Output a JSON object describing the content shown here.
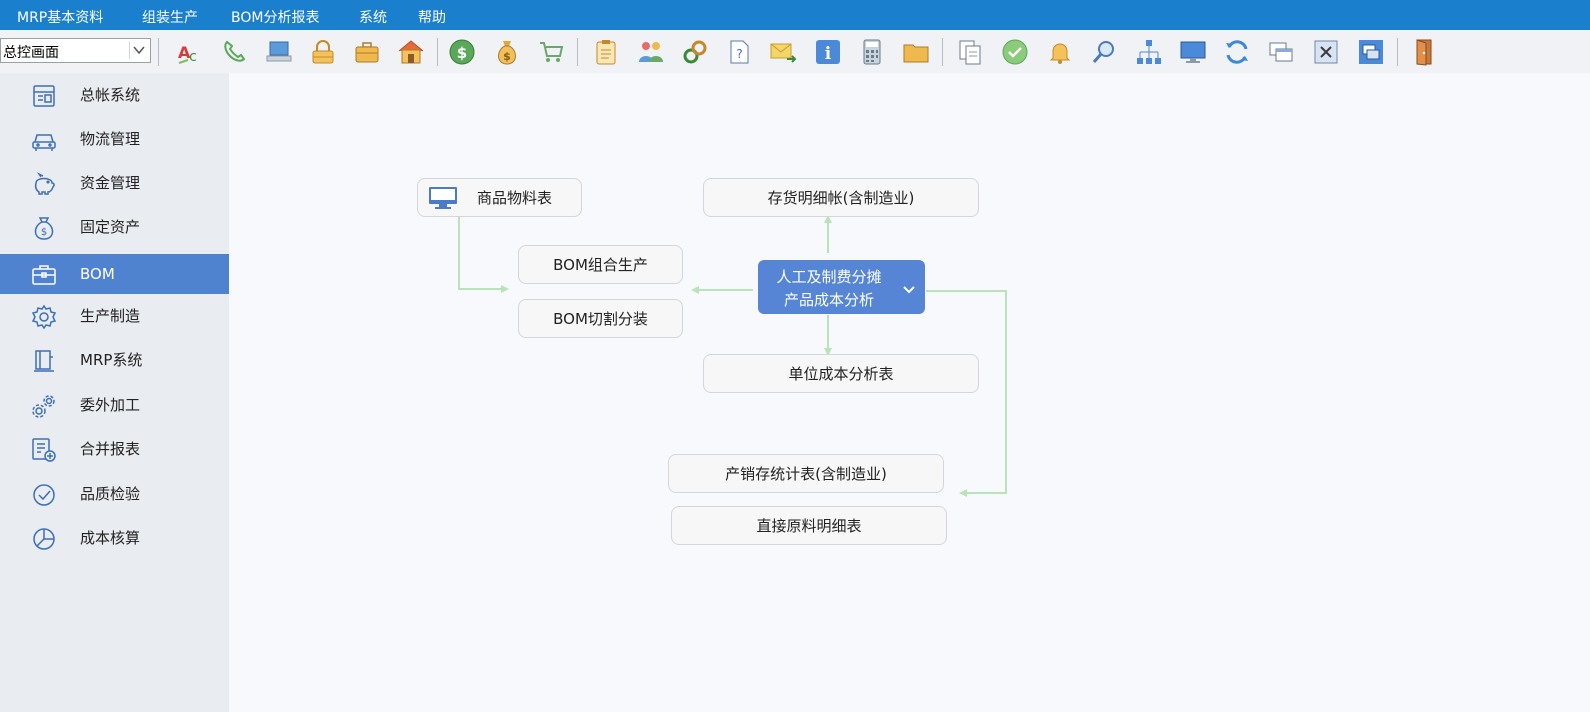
{
  "menu": [
    "MRP基本资料",
    "组装生产",
    "BOM分析报表",
    "系统",
    "帮助"
  ],
  "toolbar": {
    "combo_value": "总控画面",
    "icons": [
      "spellcheck-icon",
      "phone-icon",
      "laptop-icon",
      "lock-icon",
      "briefcase-icon",
      "home-icon",
      "dollar-coin-icon",
      "money-bag-icon",
      "cart-icon",
      "clipboard-icon",
      "users-icon",
      "link-icon",
      "help-doc-icon",
      "mail-forward-icon",
      "info-icon",
      "calculator-icon",
      "folder-icon",
      "copy-doc-icon",
      "check-circle-icon",
      "bell-icon",
      "search-icon",
      "org-chart-icon",
      "monitor-icon",
      "refresh-icon",
      "cascade-windows-icon",
      "close-window-icon",
      "tile-windows-icon",
      "exit-door-icon"
    ]
  },
  "sidebar": {
    "items": [
      {
        "label": "总帐系统",
        "icon": "ledger-icon"
      },
      {
        "label": "物流管理",
        "icon": "vehicle-icon"
      },
      {
        "label": "资金管理",
        "icon": "piggy-bank-icon"
      },
      {
        "label": "固定资产",
        "icon": "money-bag-icon"
      },
      {
        "label": "BOM",
        "icon": "toolbox-icon",
        "active": true
      },
      {
        "label": "生产制造",
        "icon": "gear-icon"
      },
      {
        "label": "MRP系统",
        "icon": "book-icon"
      },
      {
        "label": "委外加工",
        "icon": "gears-icon"
      },
      {
        "label": "合并报表",
        "icon": "report-add-icon"
      },
      {
        "label": "品质检验",
        "icon": "check-circle-icon"
      },
      {
        "label": "成本核算",
        "icon": "pie-chart-icon"
      }
    ]
  },
  "flow": {
    "product_material": "商品物料表",
    "bom_assembly": "BOM组合生产",
    "bom_cutting": "BOM切割分装",
    "inventory_detail": "存货明细帐(含制造业)",
    "center_line1": "人工及制费分摊",
    "center_line2": "产品成本分析",
    "unit_cost": "单位成本分析表",
    "production_sales": "产销存统计表(含制造业)",
    "direct_material": "直接原料明细表"
  },
  "colors": {
    "menubar": "#1a7fcc",
    "active": "#4f83cf",
    "center_node": "#5585d4",
    "connector": "#b9e3b9",
    "sidebar_icon": "#3d6fb8"
  }
}
